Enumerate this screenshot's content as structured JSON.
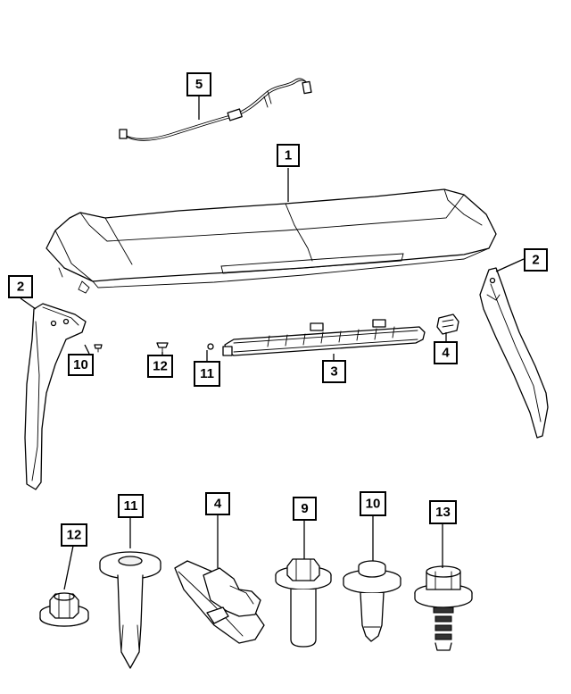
{
  "callouts": {
    "c1": "1",
    "c2_right": "2",
    "c2_left": "2",
    "c3": "3",
    "c4_top": "4",
    "c4_bottom": "4",
    "c5": "5",
    "c9": "9",
    "c10_top": "10",
    "c10_bottom": "10",
    "c11_top": "11",
    "c11_bottom": "11",
    "c12_top": "12",
    "c12_bottom": "12",
    "c13": "13"
  },
  "parts": {
    "spoiler": "spoiler-icon",
    "wire_harness": "wire-harness-icon",
    "left_trim": "left-trim-panel-icon",
    "right_trim": "right-trim-panel-icon",
    "brake_lamp": "brake-lamp-icon",
    "connector": "connector-icon",
    "nut": "flange-nut-icon",
    "push_pin": "push-pin-icon",
    "bracket": "bracket-icon",
    "bolt": "hex-bolt-icon",
    "stud": "stud-icon",
    "screw": "threaded-screw-icon"
  },
  "colors": {
    "line": "#000000",
    "fill": "#ffffff"
  }
}
